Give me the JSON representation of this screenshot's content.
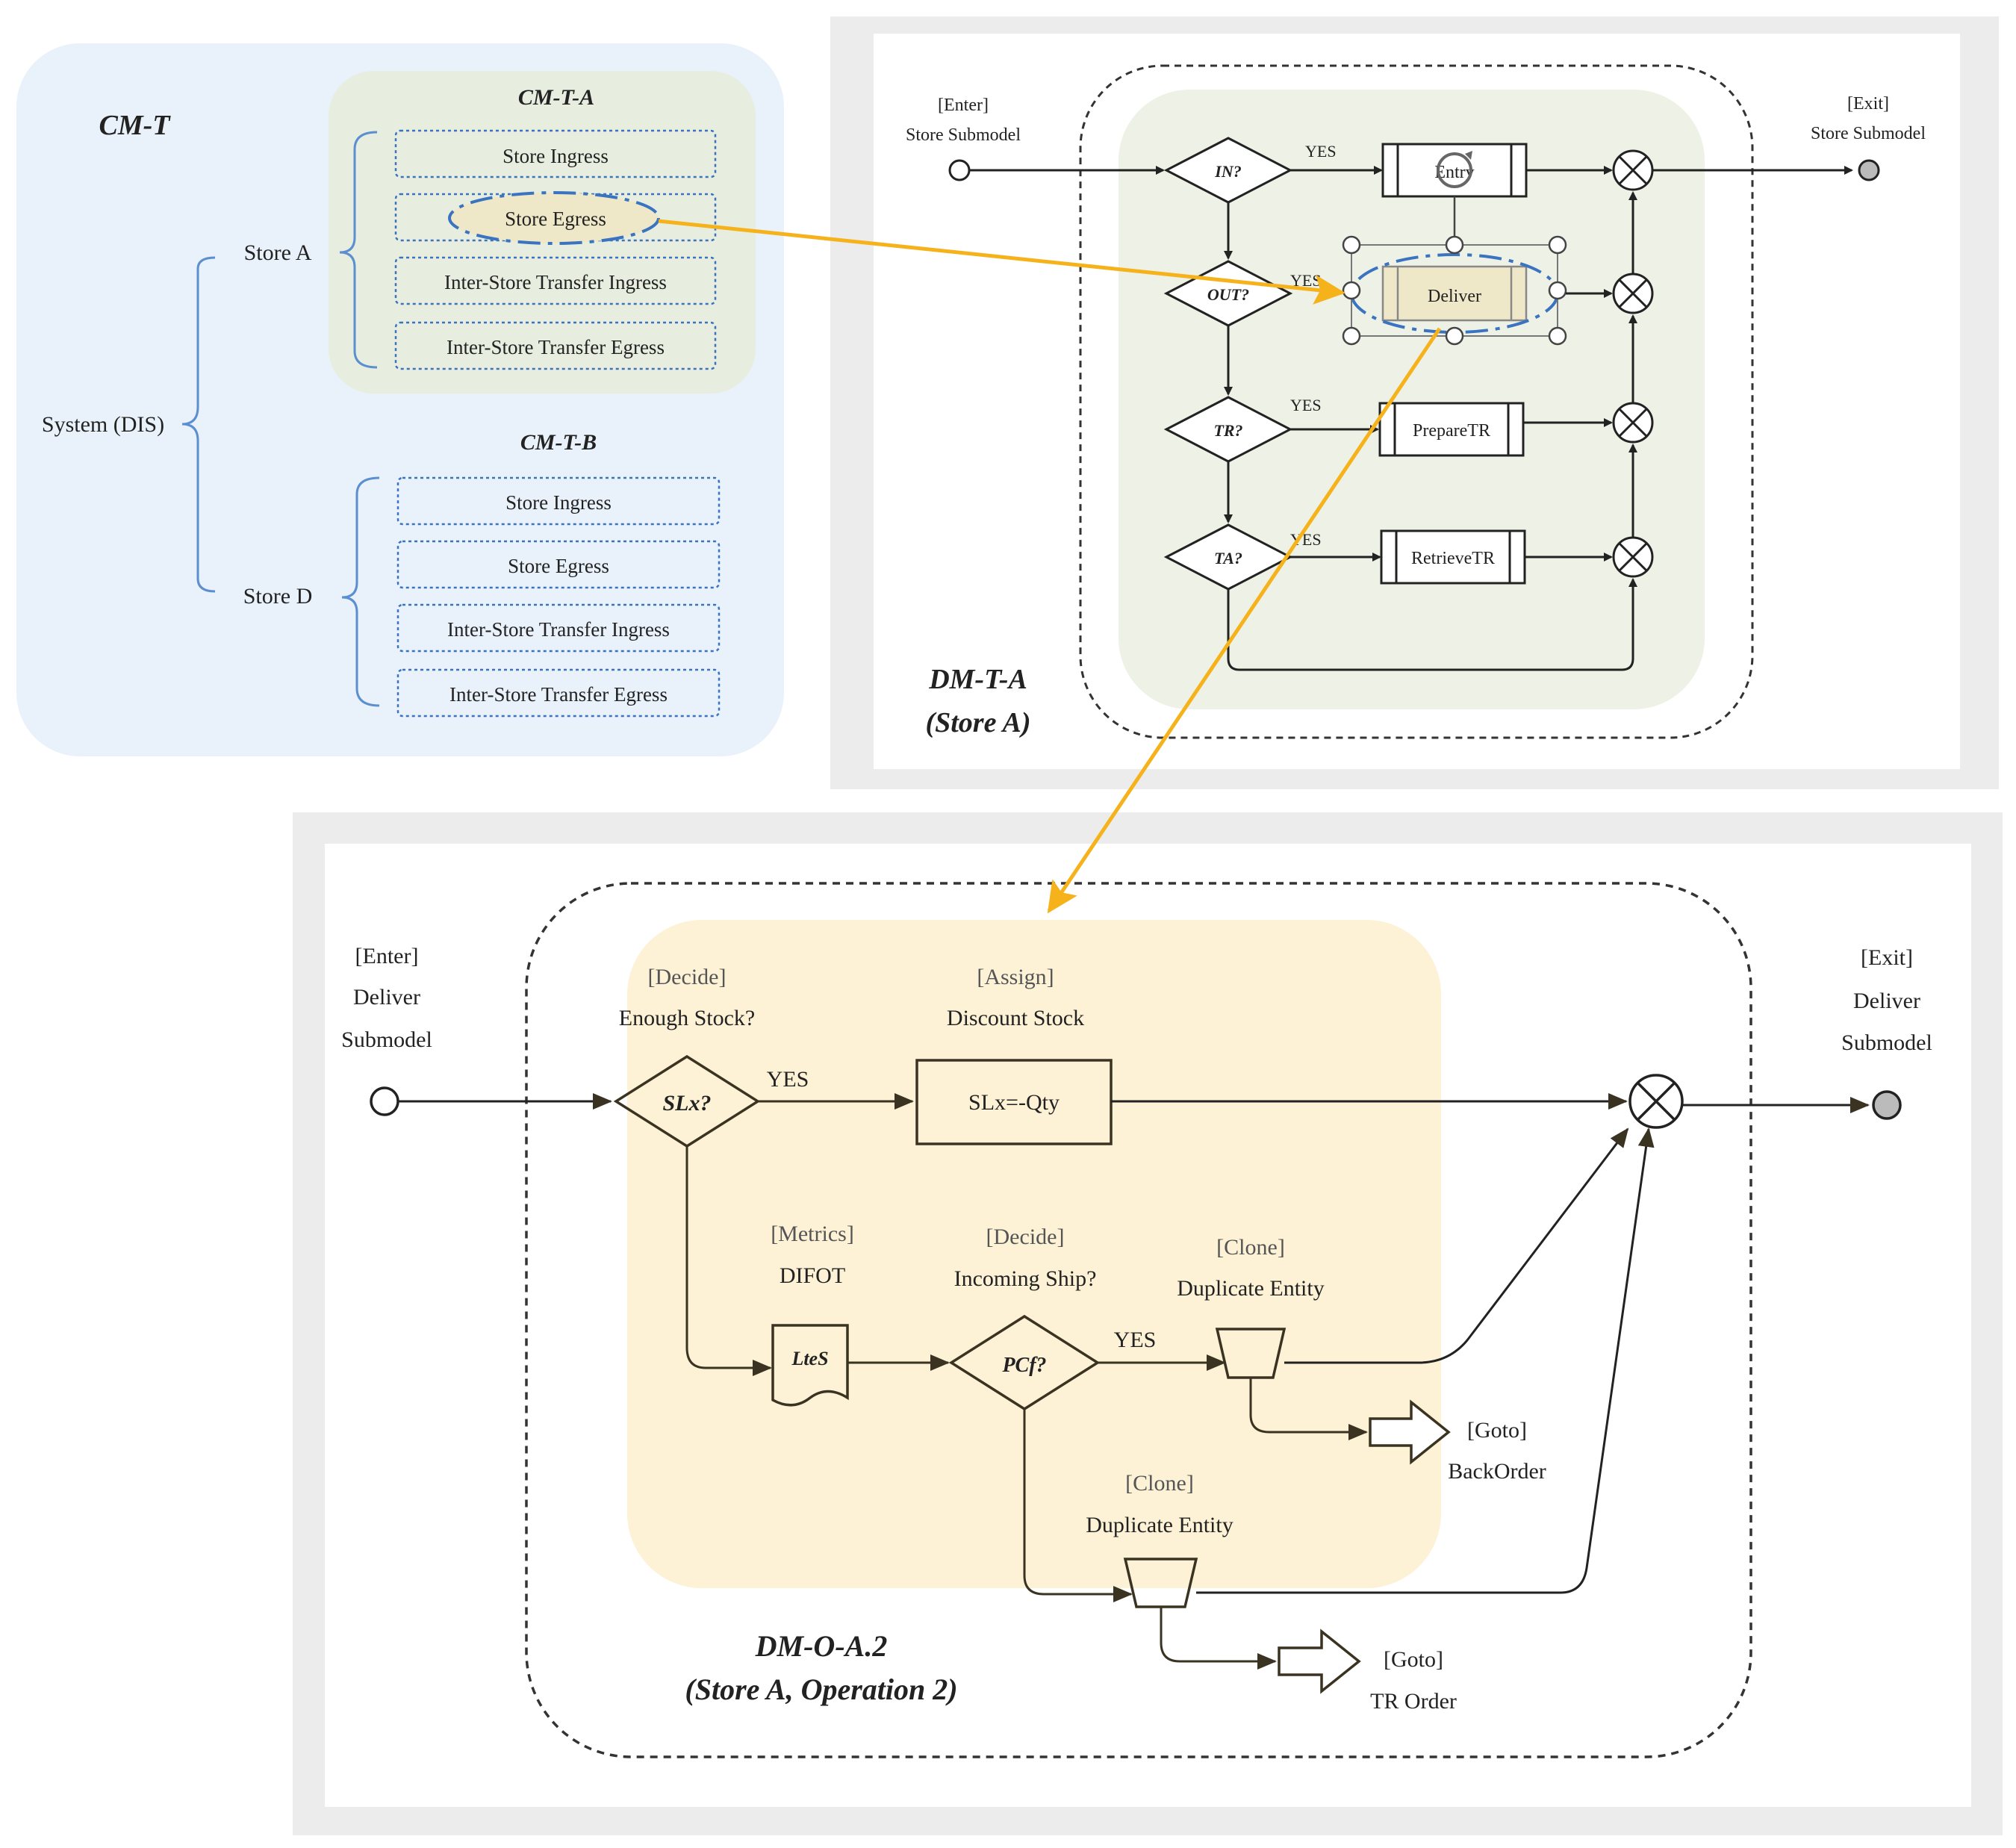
{
  "cmt": {
    "title": "CM-T",
    "system": "System (DIS)",
    "store_a": {
      "label": "Store A",
      "group_title": "CM-T-A",
      "items": [
        "Store Ingress",
        "Store Egress",
        "Inter-Store Transfer Ingress",
        "Inter-Store  Transfer Egress"
      ]
    },
    "store_d": {
      "label": "Store D",
      "group_title": "CM-T-B",
      "items": [
        "Store Ingress",
        "Store Egress",
        "Inter-Store  Transfer Ingress",
        "Inter-Store  Transfer Egress"
      ]
    }
  },
  "dmta": {
    "enter_line1": "[Enter]",
    "enter_line2": "Store Submodel",
    "exit_line1": "[Exit]",
    "exit_line2": "Store Submodel",
    "decisions": [
      "IN?",
      "OUT?",
      "TR?",
      "TA?"
    ],
    "yes": "YES",
    "processes": [
      "Entry",
      "Deliver",
      "PrepareTR",
      "RetrieveTR"
    ],
    "caption_line1": "DM-T-A",
    "caption_line2": "(Store A)"
  },
  "dmoa": {
    "enter": [
      "[Enter]",
      "Deliver",
      "Submodel"
    ],
    "exit": [
      "[Exit]",
      "Deliver",
      "Submodel"
    ],
    "decide1": [
      "[Decide]",
      "Enough Stock?"
    ],
    "decide1_shape": "SLx?",
    "yes1": "YES",
    "assign": [
      "[Assign]",
      "Discount Stock"
    ],
    "assign_box": "SLx=-Qty",
    "metrics": [
      "[Metrics]",
      "DIFOT"
    ],
    "metrics_shape": "LteS",
    "decide2": [
      "[Decide]",
      "Incoming Ship?"
    ],
    "decide2_shape": "PCf?",
    "yes2": "YES",
    "clone1": [
      "[Clone]",
      "Duplicate Entity"
    ],
    "goto1": [
      "[Goto]",
      "BackOrder"
    ],
    "clone2": [
      "[Clone]",
      "Duplicate Entity"
    ],
    "goto2": [
      "[Goto]",
      "TR Order"
    ],
    "caption_line1": "DM-O-A.2",
    "caption_line2": "(Store A, Operation 2)"
  },
  "colors": {
    "cmt_bg": "#e9f1fa",
    "cmt_a_bg": "#e7eee0",
    "panel_grey": "#ececec",
    "inner_green": "#eef1e6",
    "inner_yellow": "#fdf2d6",
    "highlight_fill": "#efe8c8",
    "arrow_orange": "#f5b21b",
    "dash_blue": "#3a73c0",
    "brace_blue": "#5b8fd0"
  }
}
